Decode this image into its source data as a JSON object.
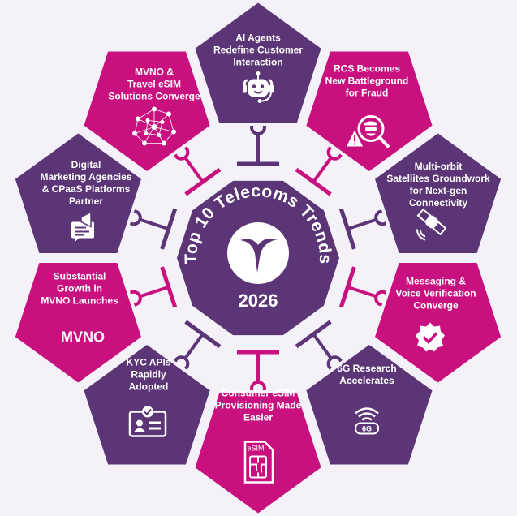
{
  "colors": {
    "purple": "#5c3577",
    "magenta": "#c8107f",
    "background": "#f4f1f8",
    "white": "#ffffff"
  },
  "center": {
    "title": "Top 10 Telecoms Trends",
    "year": "2026",
    "logo": "tyntec-logo"
  },
  "trends": [
    {
      "label": "AI Agents\nRedefine Customer\nInteraction",
      "color": "purple",
      "icon": "robot-headset-icon"
    },
    {
      "label": "RCS Becomes\nNew Battleground\nfor Fraud",
      "color": "magenta",
      "icon": "fraud-magnifier-warning-icon"
    },
    {
      "label": "Multi-orbit\nSatellites Groundwork\nfor Next-gen\nConnectivity",
      "color": "purple",
      "icon": "satellite-icon"
    },
    {
      "label": "Messaging &\nVoice Verification\nConverge",
      "color": "magenta",
      "icon": "verified-badge-icon"
    },
    {
      "label": "6G Research\nAccelerates",
      "color": "purple",
      "icon": "6g-wifi-icon",
      "icon_text": "6G"
    },
    {
      "label": "Consumer eSIM\nProvisioning Made\nEasier",
      "color": "magenta",
      "icon": "esim-card-icon",
      "icon_text": "eSIM"
    },
    {
      "label": "KYC APIs\nRapidly\nAdopted",
      "color": "purple",
      "icon": "id-card-check-icon"
    },
    {
      "label": "Substantial\nGrowth in\nMVNO Launches",
      "color": "magenta",
      "icon": "mvno-text-icon",
      "icon_text": "MVNO"
    },
    {
      "label": "Digital\nMarketing Agencies\n& CPaaS Platforms\nPartner",
      "color": "purple",
      "icon": "megaphone-document-icon"
    },
    {
      "label": "MVNO &\nTravel eSIM\nSolutions Converge",
      "color": "magenta",
      "icon": "people-network-icon"
    }
  ]
}
